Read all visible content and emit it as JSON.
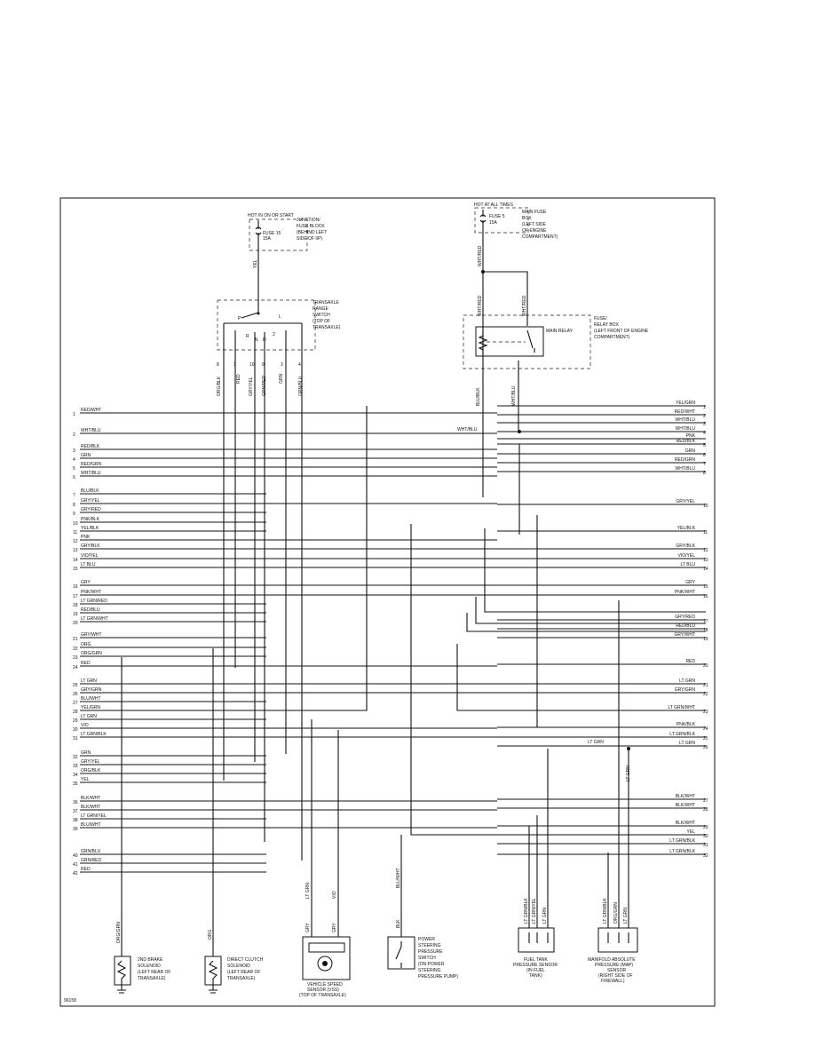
{
  "diagram_id": "96158",
  "top": {
    "hot_run_start": "HOT IN ON OR START",
    "junction_fuse_block": [
      "JUNCTION/",
      "FUSE BLOCK",
      "(BEHIND LEFT",
      "SIDE OF I/P)"
    ],
    "fuse15": [
      "FUSE 15",
      "15A"
    ],
    "hot_all_times": "HOT AT ALL TIMES",
    "main_fuse_box": [
      "MAIN FUSE",
      "BOX",
      "(LEFT SIDE",
      "OF ENGINE",
      "COMPARTMENT)"
    ],
    "fuse5": [
      "FUSE 5",
      "15A"
    ],
    "fuse_relay_box": [
      "FUSE/",
      "RELAY BOX",
      "(LEFT FRONT OF ENGINE",
      "COMPARTMENT)"
    ],
    "main_relay": "MAIN RELAY",
    "transaxle_switch": [
      "TRANSAXLE",
      "RANGE",
      "SWITCH",
      "(TOP OF",
      "TRANSAXLE)"
    ],
    "switch_letters": [
      "P",
      "R",
      "N",
      "D",
      "2",
      "L"
    ],
    "switch_wires": [
      "ORG/BLK",
      "RED",
      "GRY/YEL",
      "GRN/RED",
      "GRN",
      "GRN/BLU"
    ],
    "switch_pins": [
      "8",
      "1",
      "10",
      "9",
      "3",
      "4"
    ],
    "yel_wire": "YEL",
    "wht_red": "WHT/RED",
    "blu_blk": "BLU/BLK",
    "wht_blu": "WHT/BLU"
  },
  "left_rows": [
    {
      "pin": "1",
      "label": "RED/WHT"
    },
    {
      "pin": "2",
      "label": "WHT/BLU"
    },
    {
      "pin": "3",
      "label": "RED/BLK"
    },
    {
      "pin": "4",
      "label": "GRN"
    },
    {
      "pin": "5",
      "label": "RED/GRN"
    },
    {
      "pin": "6",
      "label": "WHT/BLU"
    },
    {
      "pin": "7",
      "label": "BLU/BLK"
    },
    {
      "pin": "8",
      "label": "GRY/YEL"
    },
    {
      "pin": "9",
      "label": "GRY/RED"
    },
    {
      "pin": "10",
      "label": "PNK/BLK"
    },
    {
      "pin": "11",
      "label": "YEL/BLK"
    },
    {
      "pin": "12",
      "label": "PNK"
    },
    {
      "pin": "13",
      "label": "GRY/BLK"
    },
    {
      "pin": "14",
      "label": "VIO/YEL"
    },
    {
      "pin": "15",
      "label": "LT BLU"
    },
    {
      "pin": "16",
      "label": "GRY"
    },
    {
      "pin": "17",
      "label": "PNK/WHT"
    },
    {
      "pin": "18",
      "label": "LT GRN/RED"
    },
    {
      "pin": "19",
      "label": "RED/BLU"
    },
    {
      "pin": "20",
      "label": "LT GRN/WHT"
    },
    {
      "pin": "21",
      "label": "GRY/WHT"
    },
    {
      "pin": "22",
      "label": "ORG"
    },
    {
      "pin": "23",
      "label": "ORG/GRN"
    },
    {
      "pin": "24",
      "label": "RED"
    },
    {
      "pin": "25",
      "label": "LT GRN"
    },
    {
      "pin": "26",
      "label": "GRY/GRN"
    },
    {
      "pin": "27",
      "label": "BLU/WHT"
    },
    {
      "pin": "28",
      "label": "YEL/GRN"
    },
    {
      "pin": "29",
      "label": "LT GRN"
    },
    {
      "pin": "30",
      "label": "VIO"
    },
    {
      "pin": "31",
      "label": "LT GRN/BLK"
    },
    {
      "pin": "32",
      "label": "GRN"
    },
    {
      "pin": "33",
      "label": "GRY/YEL"
    },
    {
      "pin": "34",
      "label": "ORG/BLK"
    },
    {
      "pin": "35",
      "label": "YEL"
    },
    {
      "pin": "36",
      "label": "BLK/WHT"
    },
    {
      "pin": "37",
      "label": "BLK/WHT"
    },
    {
      "pin": "38",
      "label": "LT GRN/YEL"
    },
    {
      "pin": "39",
      "label": "BLU/WHT"
    },
    {
      "pin": "40",
      "label": "GRN/BLU"
    },
    {
      "pin": "41",
      "label": "GRN/RED"
    },
    {
      "pin": "42",
      "label": "RED"
    }
  ],
  "right_rows": [
    {
      "pin": "1",
      "label": "YEL/GRN"
    },
    {
      "pin": "2",
      "label": "RED/WHT"
    },
    {
      "pin": "3",
      "label": "WHT/BLU"
    },
    {
      "pin": "4",
      "label": "WHT/BLU"
    },
    {
      "pin": "",
      "label": "PNK"
    },
    {
      "pin": "5",
      "label": "RED/BLK"
    },
    {
      "pin": "6",
      "label": "GRN"
    },
    {
      "pin": "7",
      "label": "RED/GRN"
    },
    {
      "pin": "8",
      "label": "WHT/BLU"
    },
    {
      "pin": "10",
      "label": "GRY/YEL"
    },
    {
      "pin": "11",
      "label": "YEL/BLK"
    },
    {
      "pin": "12",
      "label": "GRY/BLK"
    },
    {
      "pin": "13",
      "label": "VIO/YEL"
    },
    {
      "pin": "14",
      "label": "LT BLU"
    },
    {
      "pin": "15",
      "label": "GRY"
    },
    {
      "pin": "16",
      "label": "PNK/WHT"
    },
    {
      "pin": "17",
      "label": "GRY/RED"
    },
    {
      "pin": "18",
      "label": "RED/BLU"
    },
    {
      "pin": "19",
      "label": "GRY/WHT"
    },
    {
      "pin": "20",
      "label": "RED"
    },
    {
      "pin": "21",
      "label": "LT GRN"
    },
    {
      "pin": "22",
      "label": "GRY/GRN"
    },
    {
      "pin": "23",
      "label": "LT GRN/WHT"
    },
    {
      "pin": "24",
      "label": "PNK/BLK"
    },
    {
      "pin": "25",
      "label": "LT GRN/BLK"
    },
    {
      "pin": "26",
      "label": "LT GRN"
    },
    {
      "pin": "27",
      "label": "BLK/WHT"
    },
    {
      "pin": "28",
      "label": "BLK/WHT"
    },
    {
      "pin": "29",
      "label": "BLK/WHT"
    },
    {
      "pin": "30",
      "label": "YEL"
    },
    {
      "pin": "31",
      "label": "LT GRN/BLK"
    },
    {
      "pin": "32",
      "label": "LT GRN/BLK"
    }
  ],
  "components": {
    "brake_solenoid": [
      "2ND BRAKE",
      "SOLENOID",
      "(LEFT REAR OF",
      "TRANSAXLE)"
    ],
    "brake_wire": "ORG/GRN",
    "clutch_solenoid": [
      "DIRECT CLUTCH",
      "SOLENOID",
      "(LEFT REAR OF",
      "TRANSAXLE)"
    ],
    "clutch_wire": "ORG",
    "vss": [
      "VEHICLE SPEED",
      "SENSOR (VSS)",
      "(TOP OF TRANSAXLE)"
    ],
    "vss_wires": [
      "LT GRN",
      "VIO",
      "GRY",
      "GRY"
    ],
    "ps_switch": [
      "POWER",
      "STEERING",
      "PRESSURE",
      "SWITCH",
      "(ON POWER",
      "STEERING",
      "PRESSURE PUMP)"
    ],
    "ps_wires": [
      "BLU/WHT",
      "BLK"
    ],
    "fuel_tank": [
      "FUEL TANK",
      "PRESSURE SENSOR",
      "(IN FUEL",
      "TANK)"
    ],
    "fuel_wires": [
      "LT GRN/BLK",
      "LT GRN/YEL",
      "LT GRN"
    ],
    "map_sensor": [
      "MANIFOLD ABSOLUTE",
      "PRESSURE (MAP)",
      "SENSOR",
      "(RIGHT SIDE OF",
      "FIREWALL)"
    ],
    "map_wires": [
      "LT GRN/BLK",
      "ORG/GRN",
      "LT GRN"
    ],
    "lt_grn": "LT GRN"
  }
}
